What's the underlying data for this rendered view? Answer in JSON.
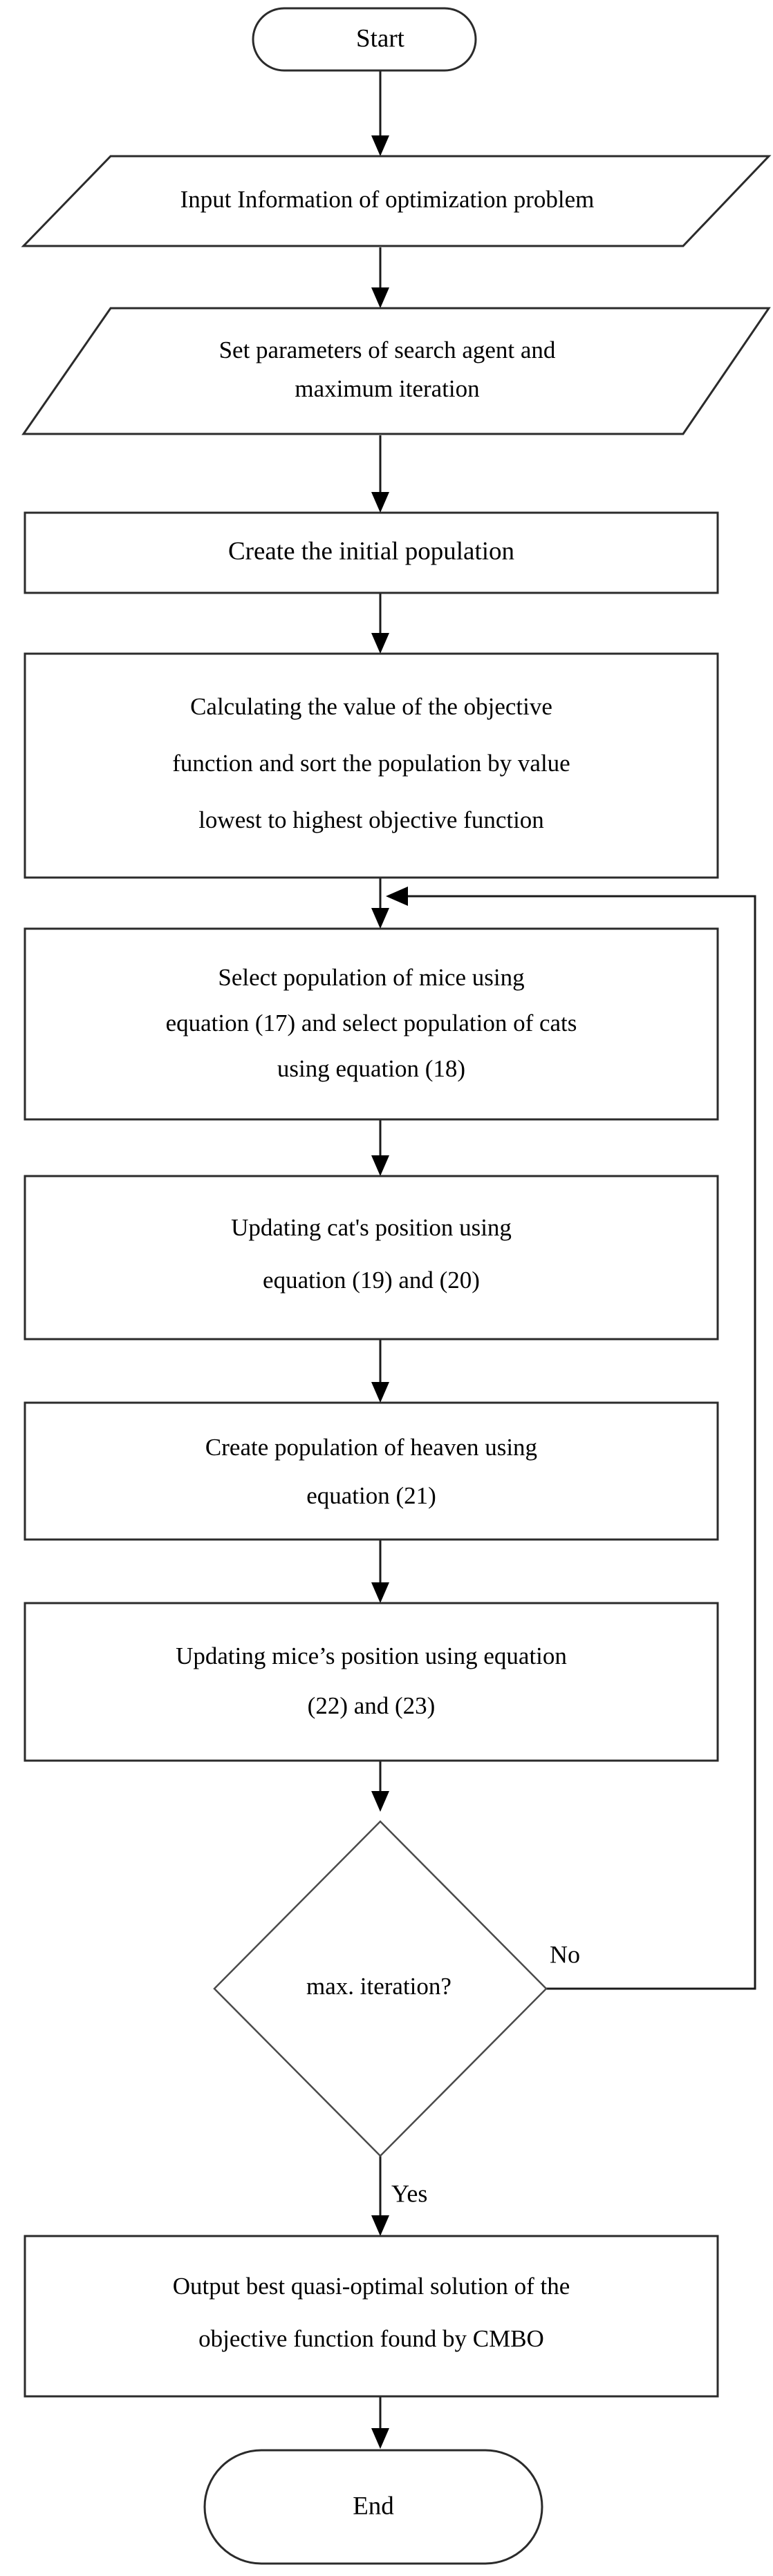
{
  "diagram": {
    "type": "flowchart",
    "title": "CMBO algorithm flowchart",
    "orientation": "top-to-bottom",
    "background_color": "#ffffff",
    "line_color": "#1a1a1a",
    "text_color": "#000000",
    "nodes": [
      {
        "id": "start",
        "shape": "terminator",
        "text": "Start"
      },
      {
        "id": "input",
        "shape": "parallelogram",
        "text": "Input Information of optimization problem"
      },
      {
        "id": "setparams",
        "shape": "parallelogram",
        "line1": "Set parameters of search agent and",
        "line2": "maximum iteration"
      },
      {
        "id": "createpop",
        "shape": "process",
        "text": "Create the initial population"
      },
      {
        "id": "calcsort",
        "shape": "process",
        "line1": "Calculating the value of the objective",
        "line2": "function and sort the population by value",
        "line3": "lowest to highest objective function"
      },
      {
        "id": "selectpop",
        "shape": "process",
        "line1": "Select population of mice using",
        "line2": "equation (17) and select population of cats",
        "line3": "using equation (18)"
      },
      {
        "id": "updatecat",
        "shape": "process",
        "line1": "Updating cat's position using",
        "line2": "equation (19) and (20)"
      },
      {
        "id": "createheaven",
        "shape": "process",
        "line1": "Create population of heaven using",
        "line2": "equation (21)"
      },
      {
        "id": "updatemice",
        "shape": "process",
        "line1": "Updating mice’s position using equation",
        "line2": "(22) and (23)"
      },
      {
        "id": "decision",
        "shape": "diamond",
        "text": "max. iteration?"
      },
      {
        "id": "output",
        "shape": "process",
        "line1": "Output best quasi-optimal solution of the",
        "line2": "objective function found by CMBO"
      },
      {
        "id": "end",
        "shape": "terminator",
        "text": "End"
      }
    ],
    "edge_labels": {
      "no": "No",
      "yes": "Yes"
    },
    "edges": [
      {
        "from": "start",
        "to": "input",
        "label": ""
      },
      {
        "from": "input",
        "to": "setparams",
        "label": ""
      },
      {
        "from": "setparams",
        "to": "createpop",
        "label": ""
      },
      {
        "from": "createpop",
        "to": "calcsort",
        "label": ""
      },
      {
        "from": "calcsort",
        "to": "selectpop",
        "label": ""
      },
      {
        "from": "selectpop",
        "to": "updatecat",
        "label": ""
      },
      {
        "from": "updatecat",
        "to": "createheaven",
        "label": ""
      },
      {
        "from": "createheaven",
        "to": "updatemice",
        "label": ""
      },
      {
        "from": "updatemice",
        "to": "decision",
        "label": ""
      },
      {
        "from": "decision",
        "to": "selectpop",
        "label": "No"
      },
      {
        "from": "decision",
        "to": "output",
        "label": "Yes"
      },
      {
        "from": "output",
        "to": "end",
        "label": ""
      }
    ]
  }
}
